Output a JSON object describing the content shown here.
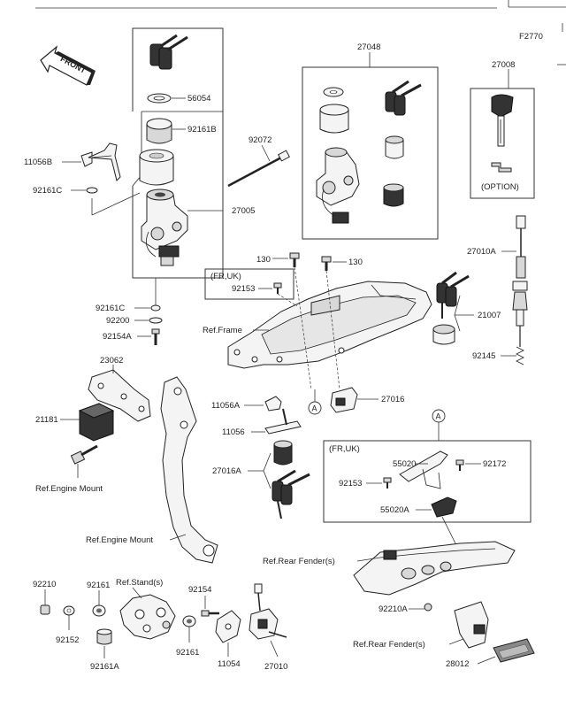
{
  "diagram_code": "F2770",
  "front_arrow": "FRONT",
  "labels": {
    "p56054": "56054",
    "p92161b": "92161B",
    "p11056b": "11056B",
    "p92161c_top": "92161C",
    "p27005": "27005",
    "p92161c_mid": "92161C",
    "p92200": "92200",
    "p92154a": "92154A",
    "p92072": "92072",
    "p27048": "27048",
    "p27008": "27008",
    "option": "(OPTION)",
    "p27010a": "27010A",
    "p130_left": "130",
    "p130_right": "130",
    "fr_uk_1": "(FR,UK)",
    "p92153_1": "92153",
    "ref_frame": "Ref.Frame",
    "p21007": "21007",
    "p92145": "92145",
    "p23062": "23062",
    "p21181": "21181",
    "ref_engine_mount_1": "Ref.Engine Mount",
    "p11056a": "11056A",
    "p11056": "11056",
    "callout_a1": "A",
    "p27016": "27016",
    "p27016a": "27016A",
    "callout_a2": "A",
    "fr_uk_2": "(FR,UK)",
    "p55020": "55020",
    "p92172": "92172",
    "p92153_2": "92153",
    "p55020a": "55020A",
    "ref_engine_mount_2": "Ref.Engine Mount",
    "ref_rear_fender_1": "Ref.Rear Fender(s)",
    "p92210": "92210",
    "p92161_1": "92161",
    "ref_stand": "Ref.Stand(s)",
    "p92154": "92154",
    "p92152": "92152",
    "p92161a": "92161A",
    "p92161_2": "92161",
    "p11054": "11054",
    "p27010": "27010",
    "p92210a": "92210A",
    "ref_rear_fender_2": "Ref.Rear Fender(s)",
    "p28012": "28012"
  }
}
